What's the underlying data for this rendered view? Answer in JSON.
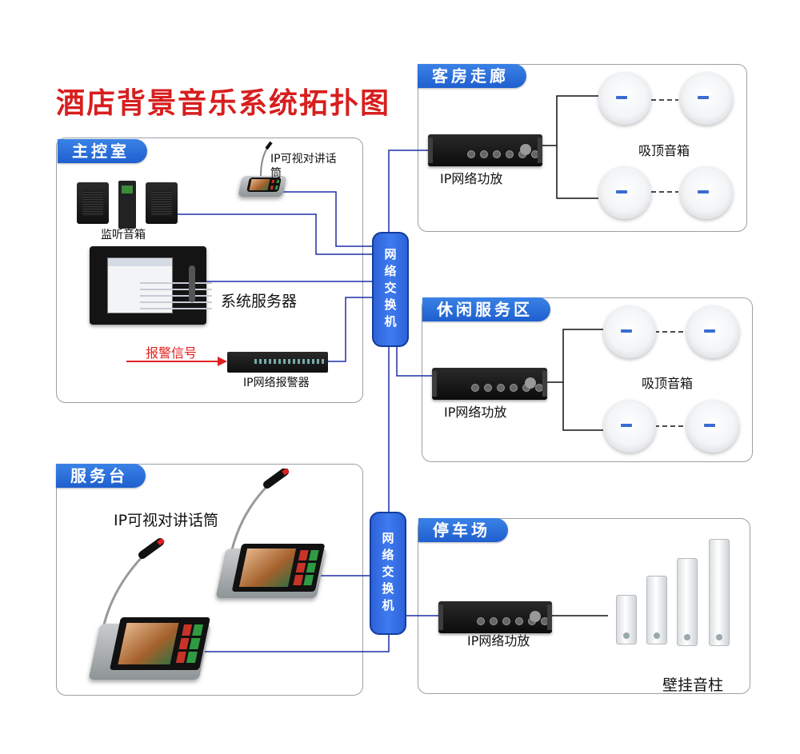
{
  "title": "酒店背景音乐系统拓扑图",
  "colors": {
    "title": "#d81e1e",
    "tag_bg": "#2a6de0",
    "wire": "#1e2fa8",
    "alarm_arrow": "#e02020"
  },
  "panels": {
    "main_control": {
      "tag": "主控室",
      "monitor_speaker_label": "监听音箱",
      "mic_label": "IP可视对讲话筒",
      "server_label": "系统服务器",
      "alarm_signal_label": "报警信号",
      "alarm_device_label": "IP网络报警器"
    },
    "guest_corridor": {
      "tag": "客房走廊",
      "amp_label": "IP网络功放",
      "speaker_label": "吸顶音箱"
    },
    "leisure_area": {
      "tag": "休闲服务区",
      "amp_label": "IP网络功放",
      "speaker_label": "吸顶音箱"
    },
    "service_desk": {
      "tag": "服务台",
      "mic_label": "IP可视对讲话筒"
    },
    "parking": {
      "tag": "停车场",
      "amp_label": "IP网络功放",
      "speaker_label": "壁挂音柱"
    }
  },
  "switches": {
    "top": "网络交换机",
    "bottom": "网络交换机"
  }
}
